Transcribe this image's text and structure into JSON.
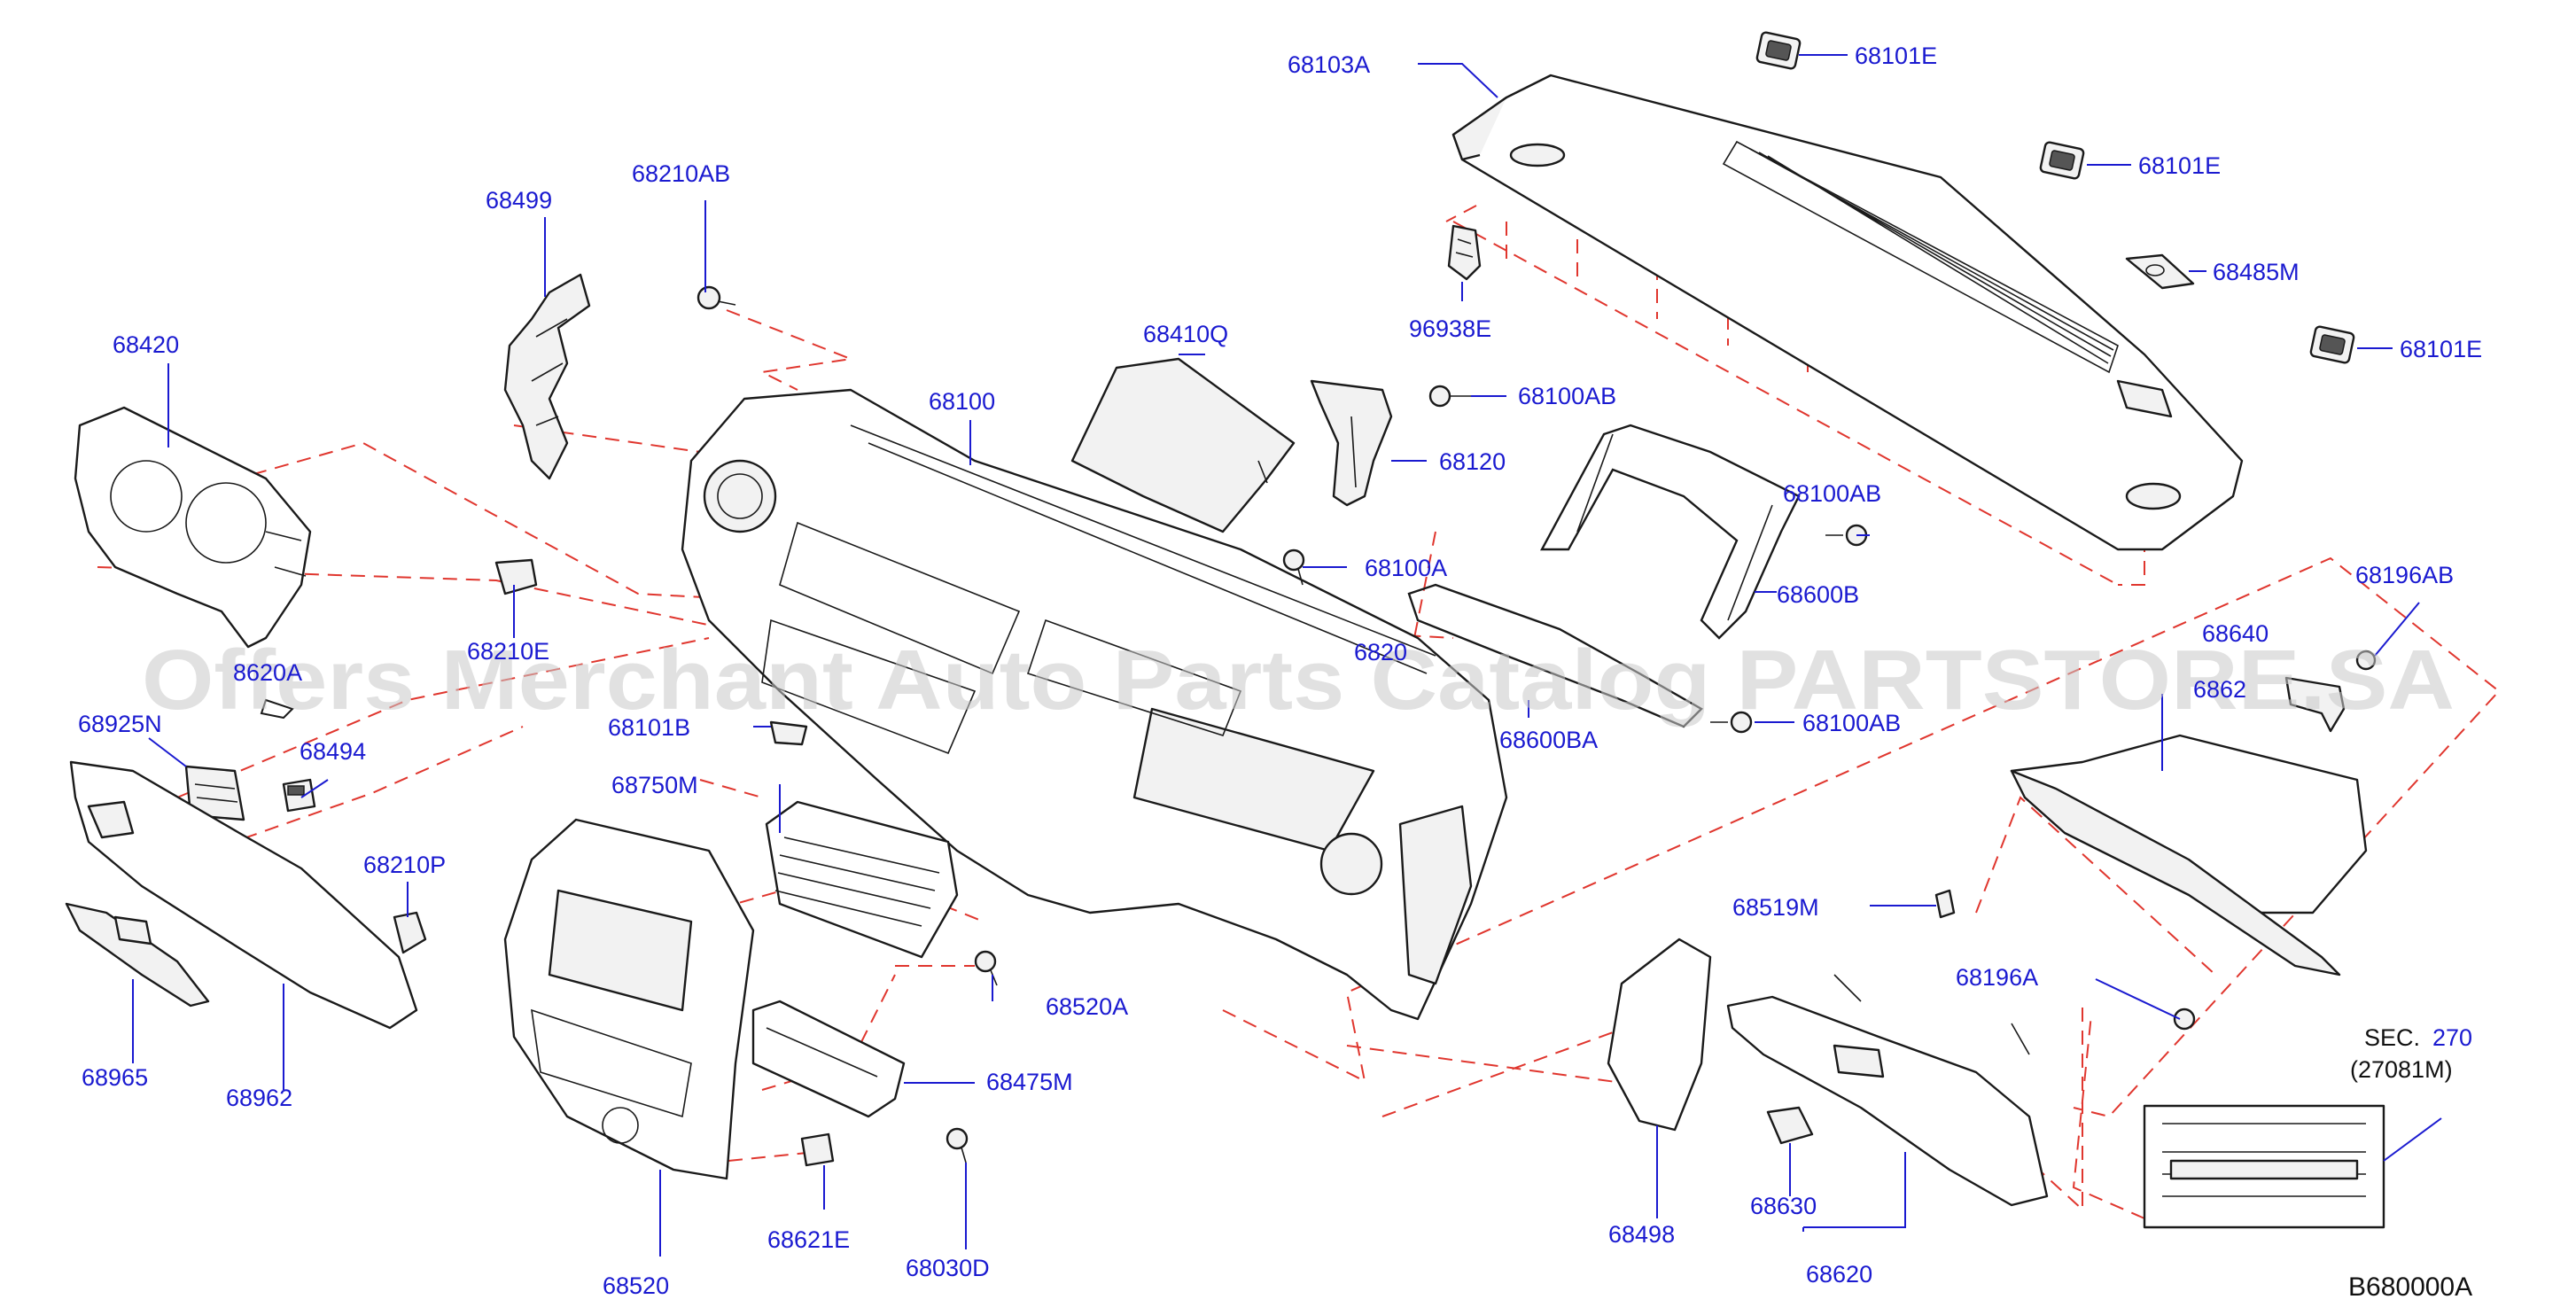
{
  "diagram": {
    "watermark": "Offers Merchant Auto Parts Catalog PARTSTORE.SA",
    "code": "B680000A",
    "labels": {
      "p68103A": "68103A",
      "p68101E_1": "68101E",
      "p68101E_2": "68101E",
      "p68101E_3": "68101E",
      "p68485M": "68485M",
      "p96938E": "96938E",
      "p68210AB": "68210AB",
      "p68499": "68499",
      "p68410Q": "68410Q",
      "p68100": "68100",
      "p68420": "68420",
      "p68100AB_1": "68100AB",
      "p68120": "68120",
      "p68100AB_2": "68100AB",
      "p68100A": "68100A",
      "p68600B": "68600B",
      "p68196AB": "68196AB",
      "p68210E": "68210E",
      "p68210A_partial": "8620A",
      "p68210_partial": "6820",
      "p68640": "68640",
      "p6862_partial": "6862",
      "p68925N": "68925N",
      "p68101B": "68101B",
      "p68100AB_3": "68100AB",
      "p68600BA": "68600BA",
      "p68494": "68494",
      "p68750M": "68750M",
      "p68210P": "68210P",
      "p68519M": "68519M",
      "p68520A": "68520A",
      "p68196A": "68196A",
      "p68965": "68965",
      "p68962": "68962",
      "p68475M": "68475M",
      "sec_text": "SEC.",
      "sec_num": "270",
      "sec_ref": "(27081M)",
      "p68498": "68498",
      "p68630": "68630",
      "p68621E": "68621E",
      "p68030D": "68030D",
      "p68520": "68520",
      "p68620": "68620"
    }
  }
}
